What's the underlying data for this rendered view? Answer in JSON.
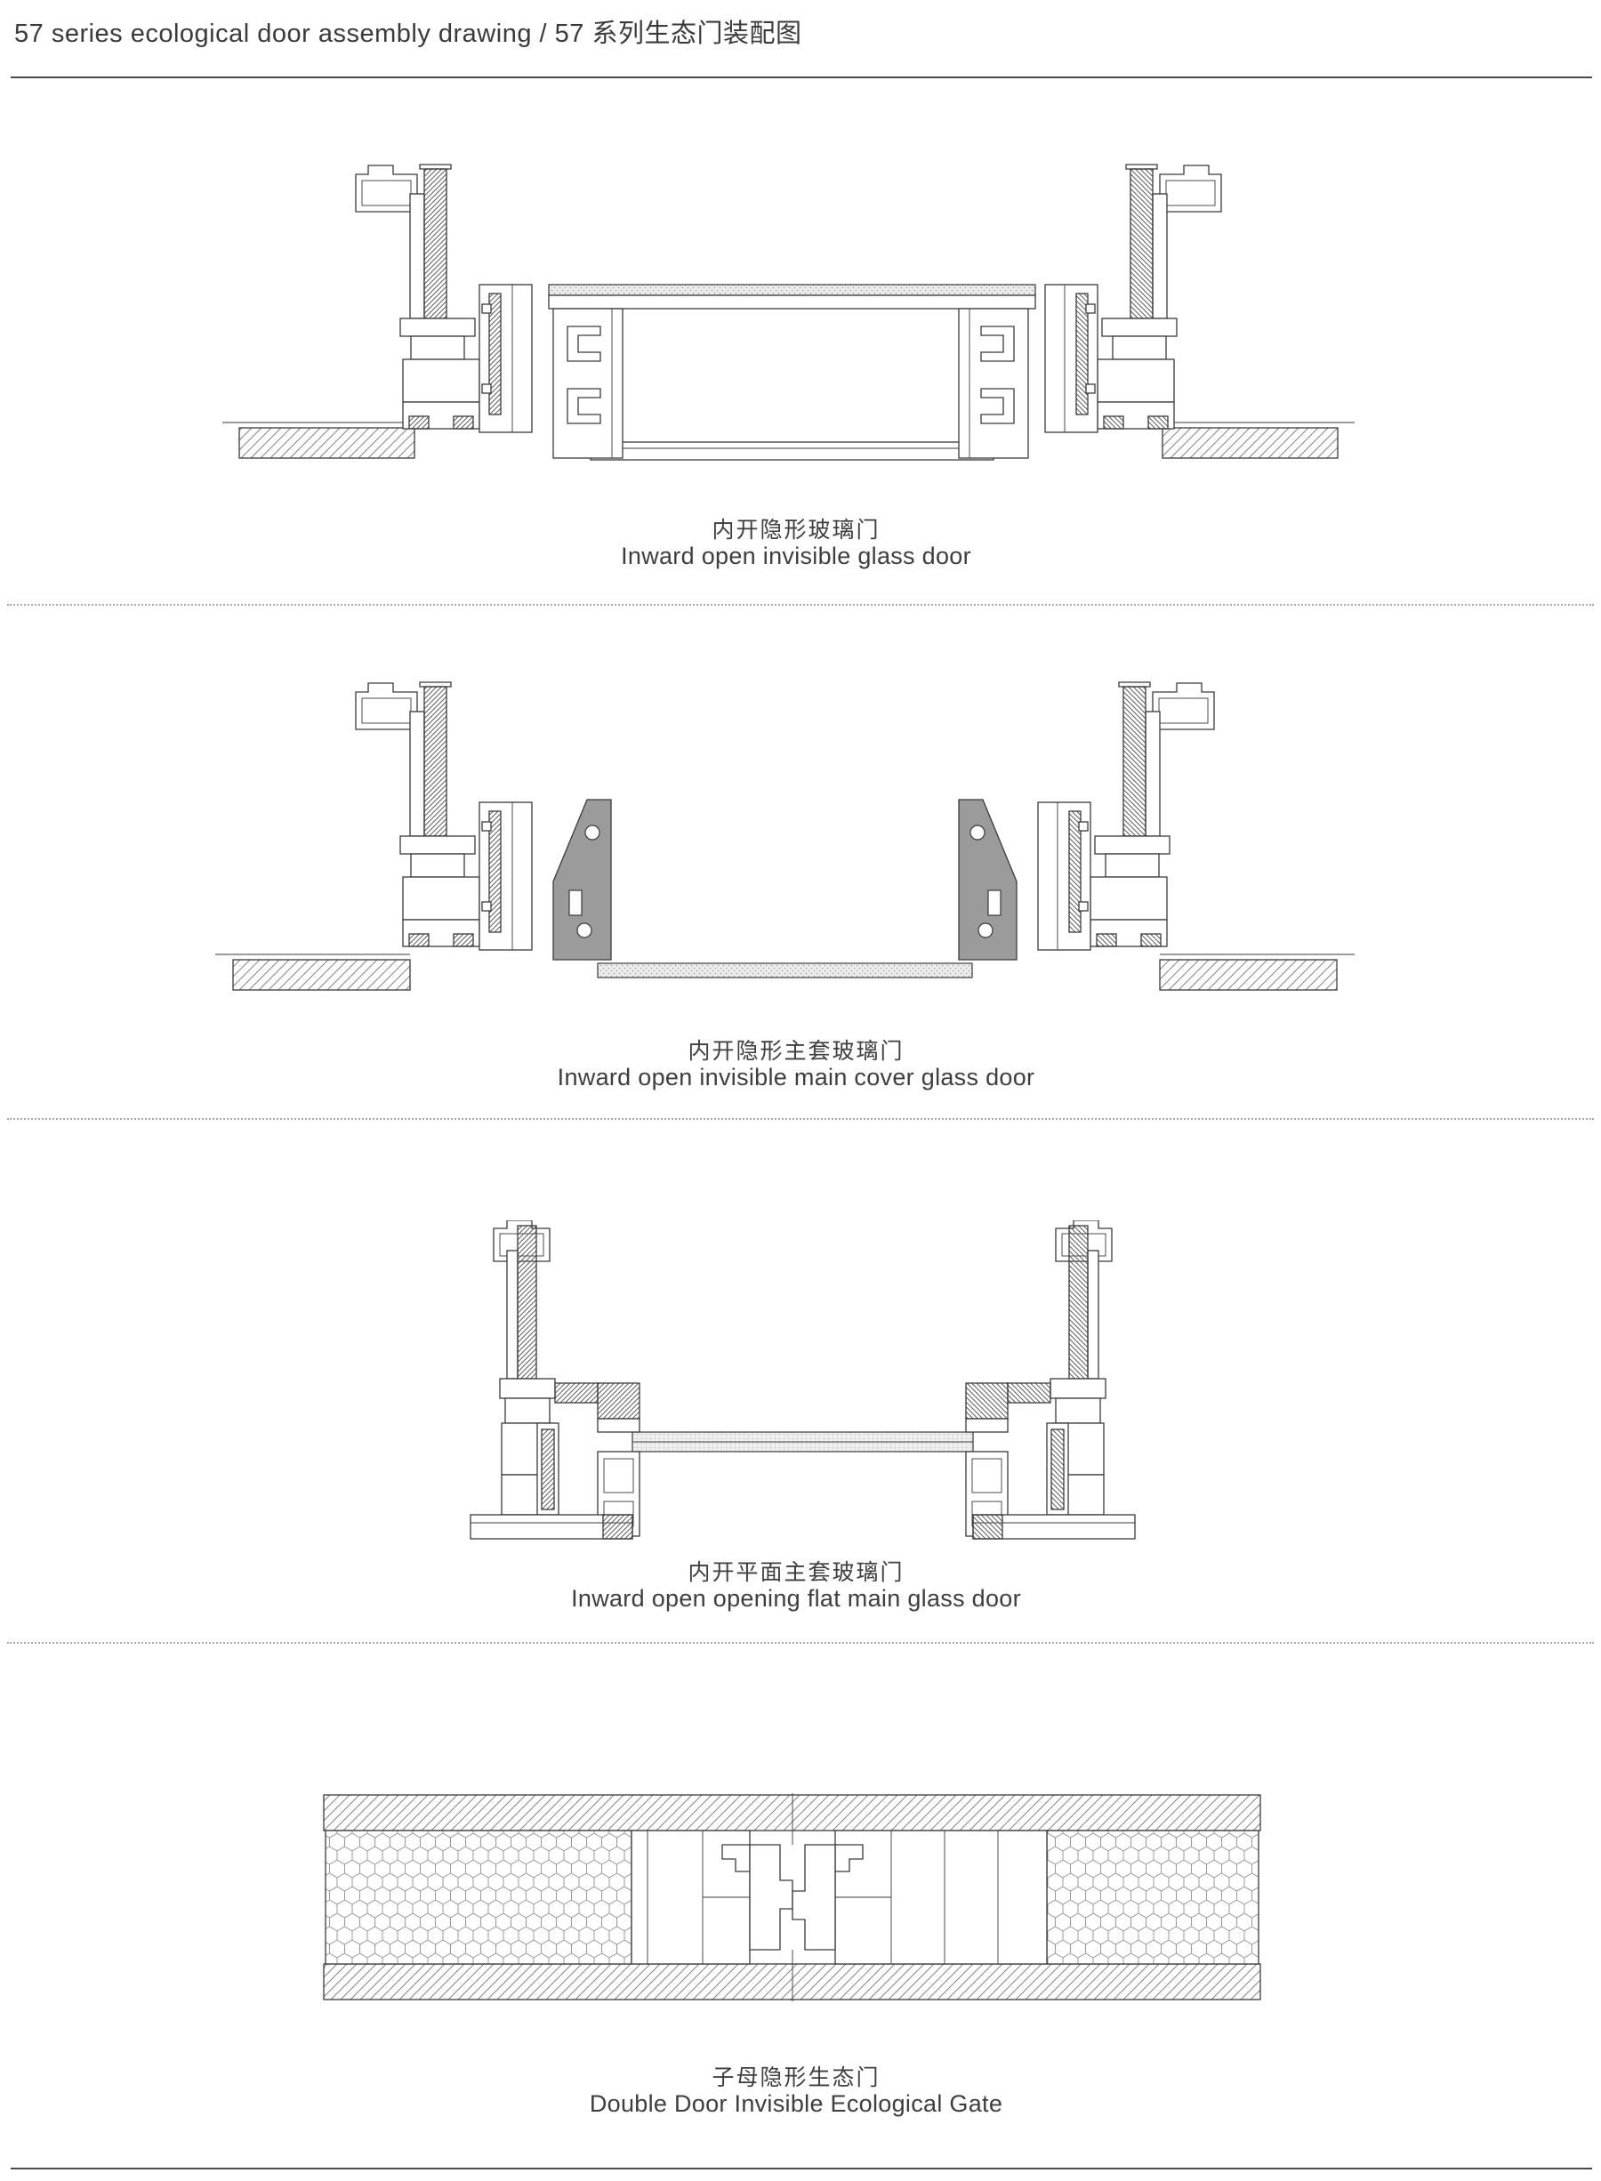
{
  "page": {
    "title": "57 series ecological door assembly drawing / 57 系列生态门装配图"
  },
  "sections": [
    {
      "id": "inward-open-invisible-glass-door",
      "caption_zh": "内开隐形玻璃门",
      "caption_en": "Inward open invisible glass door"
    },
    {
      "id": "inward-open-invisible-main-cover-glass-door",
      "caption_zh": "内开隐形主套玻璃门",
      "caption_en": "Inward open invisible main cover glass door"
    },
    {
      "id": "inward-open-opening-flat-main-glass-door",
      "caption_zh": "内开平面主套玻璃门",
      "caption_en": "Inward open opening flat main glass door"
    },
    {
      "id": "double-door-invisible-ecological-gate",
      "caption_zh": "子母隐形生态门",
      "caption_en": "Double Door Invisible Ecological Gate"
    }
  ],
  "colors": {
    "line": "#3a3a3a",
    "hatch": "#7a7a7a",
    "cover_profile_gray": "#9b9b9b",
    "rule": "#4a4a4a"
  }
}
